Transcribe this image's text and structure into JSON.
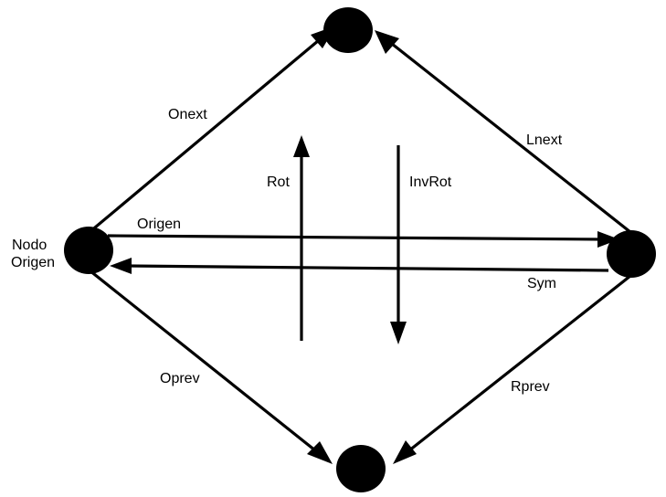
{
  "diagram": {
    "nodes": {
      "origin": {
        "label_line1": "Nodo",
        "label_line2": "Origen"
      },
      "top": {},
      "right": {},
      "bottom": {}
    },
    "edges": {
      "onext": "Onext",
      "lnext": "Lnext",
      "origen": "Origen",
      "sym": "Sym",
      "rot": "Rot",
      "invrot": "InvRot",
      "oprev": "Oprev",
      "rprev": "Rprev"
    },
    "colors": {
      "stroke": "#000000",
      "node_fill": "#000000",
      "background": "#ffffff"
    }
  }
}
